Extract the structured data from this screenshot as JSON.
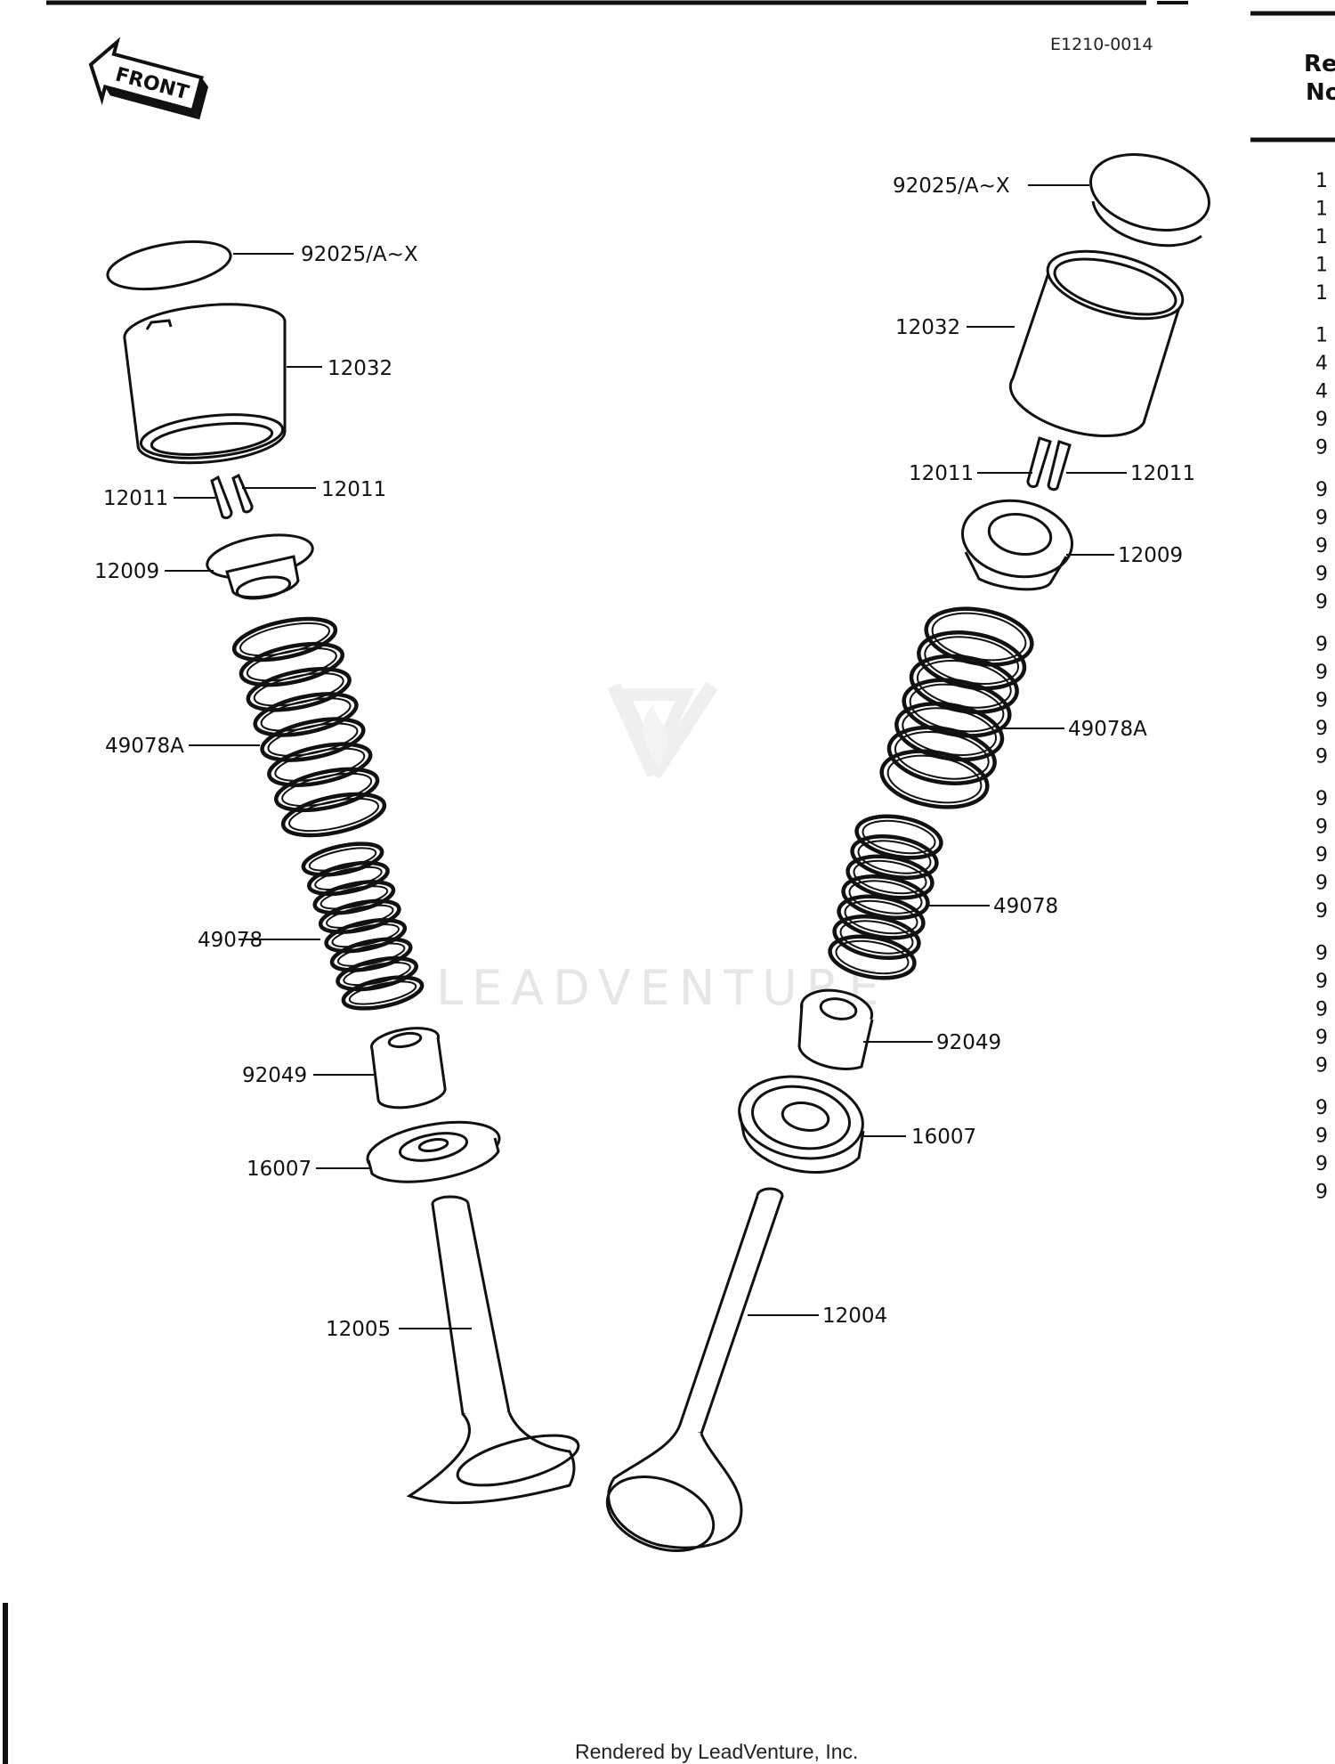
{
  "drawing_code": "E1210-0014",
  "front_marker": "FRONT",
  "watermark": "LEADVENTURE",
  "footer": "Rendered by LeadVenture, Inc.",
  "right_panel": {
    "header_line1": "Re",
    "header_line2": "No",
    "row_stubs": [
      "1",
      "1",
      "1",
      "1",
      "1",
      "1",
      "4",
      "4",
      "9",
      "9",
      "9",
      "9",
      "9",
      "9",
      "9",
      "9",
      "9",
      "9",
      "9",
      "9",
      "9",
      "9",
      "9",
      "9",
      "9",
      "9",
      "9",
      "9",
      "9",
      "9",
      "9",
      "9",
      "9",
      "9"
    ]
  },
  "labels": {
    "left": {
      "shim": "92025/A~X",
      "lifter": "12032",
      "keeper_a": "12011",
      "keeper_b": "12011",
      "retainer": "12009",
      "outer_spring": "49078A",
      "inner_spring": "49078",
      "seal": "92049",
      "spring_seat": "16007",
      "valve": "12005"
    },
    "right": {
      "shim": "92025/A~X",
      "lifter": "12032",
      "keeper_a": "12011",
      "keeper_b": "12011",
      "retainer": "12009",
      "outer_spring": "49078A",
      "inner_spring": "49078",
      "seal": "92049",
      "spring_seat": "16007",
      "valve": "12004"
    }
  }
}
